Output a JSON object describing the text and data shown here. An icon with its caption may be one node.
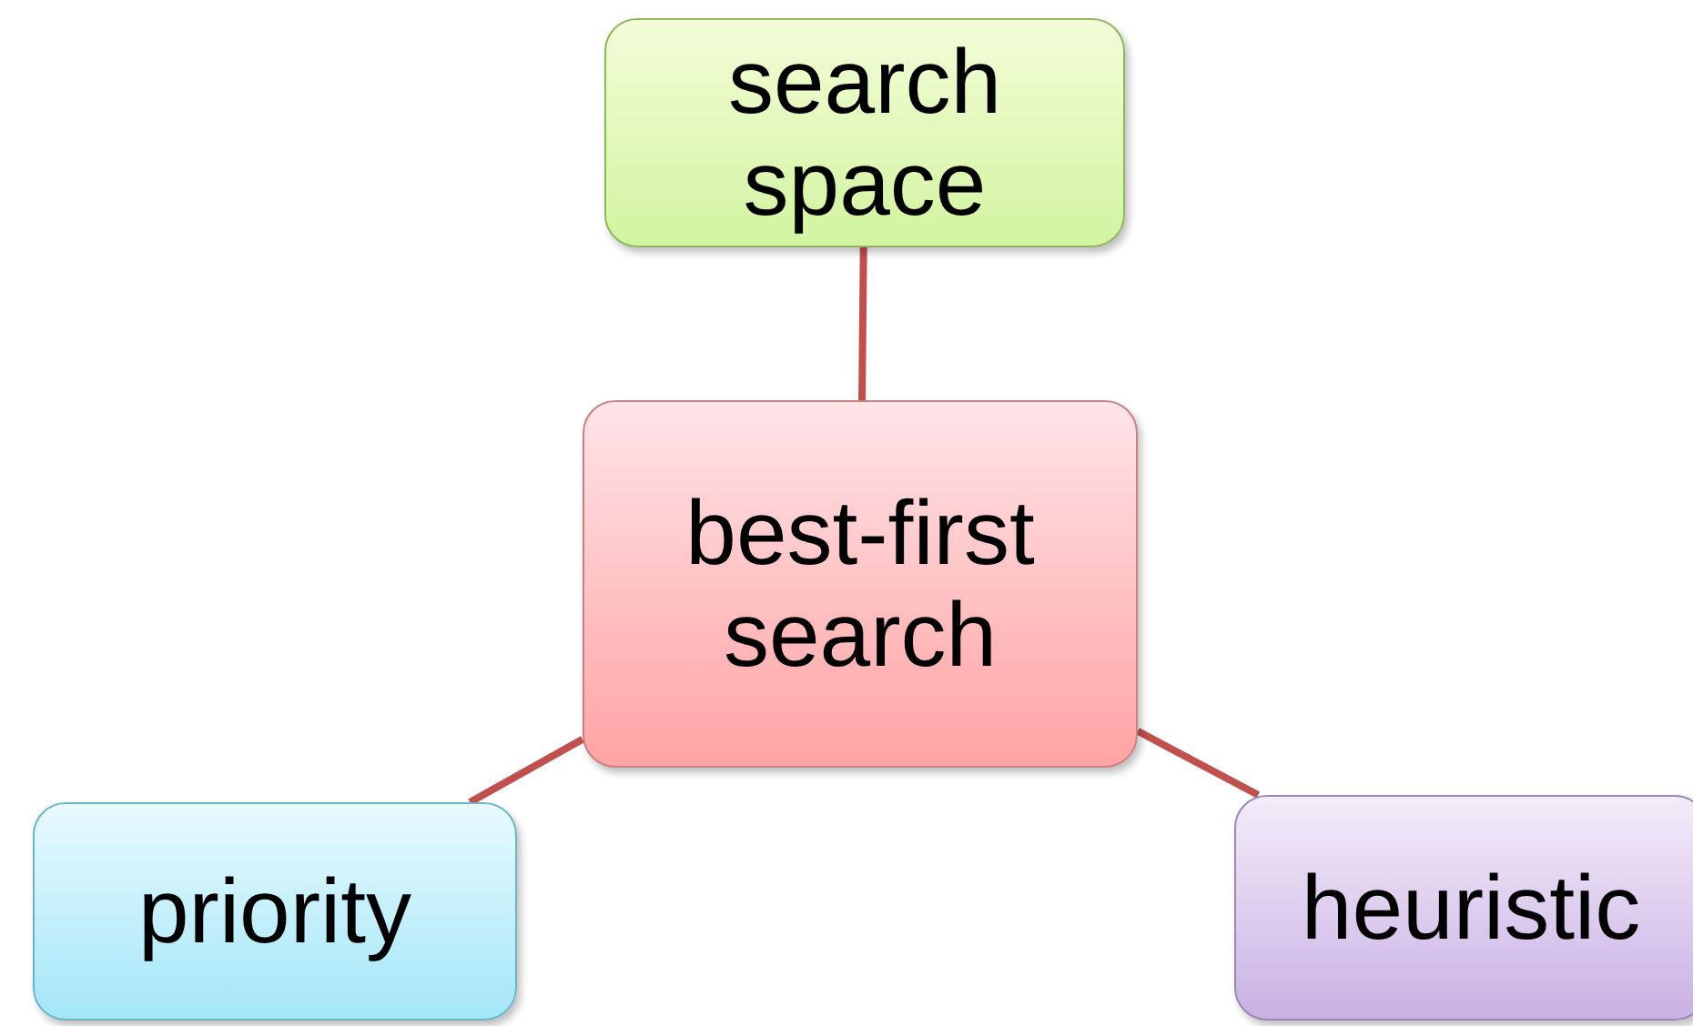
{
  "diagram": {
    "nodes": [
      {
        "text": [
          "search space"
        ]
      },
      {
        "text": [
          "best-first search"
        ]
      },
      {
        "text": [
          "priority"
        ]
      },
      {
        "text": [
          "heuristic"
        ]
      }
    ],
    "edges": [
      {
        "from": 1,
        "to": 0,
        "arrow": "none"
      },
      {
        "from": 1,
        "to": 2,
        "arrow": "none"
      },
      {
        "from": 1,
        "to": 3,
        "arrow": "none"
      }
    ]
  }
}
